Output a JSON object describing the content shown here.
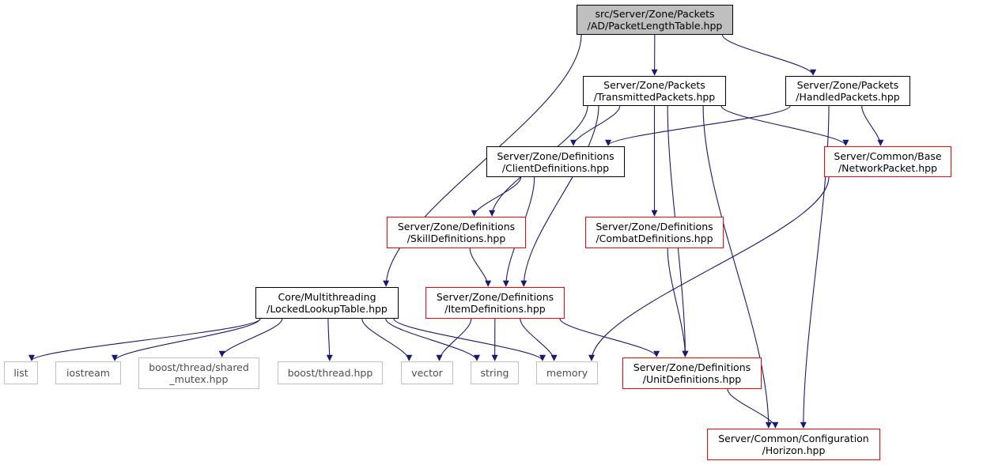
{
  "colors": {
    "edge": "#191970",
    "root_fill": "#bfbfbf",
    "red_border": "#ff0000",
    "grey_border": "#bfbfbf"
  },
  "nodes": {
    "root": {
      "line1": "src/Server/Zone/Packets",
      "line2": "/AD/PacketLengthTable.hpp"
    },
    "transmit": {
      "line1": "Server/Zone/Packets",
      "line2": "/TransmittedPackets.hpp"
    },
    "handled": {
      "line1": "Server/Zone/Packets",
      "line2": "/HandledPackets.hpp"
    },
    "clientdef": {
      "line1": "Server/Zone/Definitions",
      "line2": "/ClientDefinitions.hpp"
    },
    "netpacket": {
      "line1": "Server/Common/Base",
      "line2": "/NetworkPacket.hpp"
    },
    "skilldef": {
      "line1": "Server/Zone/Definitions",
      "line2": "/SkillDefinitions.hpp"
    },
    "combatdef": {
      "line1": "Server/Zone/Definitions",
      "line2": "/CombatDefinitions.hpp"
    },
    "locked": {
      "line1": "Core/Multithreading",
      "line2": "/LockedLookupTable.hpp"
    },
    "itemdef": {
      "line1": "Server/Zone/Definitions",
      "line2": "/ItemDefinitions.hpp"
    },
    "list": {
      "line1": "list"
    },
    "iostream": {
      "line1": "iostream"
    },
    "shmutex": {
      "line1": "boost/thread/shared",
      "line2": "_mutex.hpp"
    },
    "bthread": {
      "line1": "boost/thread.hpp"
    },
    "vector": {
      "line1": "vector"
    },
    "string": {
      "line1": "string"
    },
    "memory": {
      "line1": "memory"
    },
    "unitdef": {
      "line1": "Server/Zone/Definitions",
      "line2": "/UnitDefinitions.hpp"
    },
    "horizon": {
      "line1": "Server/Common/Configuration",
      "line2": "/Horizon.hpp"
    }
  },
  "edges": [
    [
      "root",
      "transmit"
    ],
    [
      "root",
      "handled"
    ],
    [
      "root",
      "locked"
    ],
    [
      "transmit",
      "clientdef"
    ],
    [
      "transmit",
      "netpacket"
    ],
    [
      "transmit",
      "skilldef"
    ],
    [
      "transmit",
      "combatdef"
    ],
    [
      "transmit",
      "itemdef"
    ],
    [
      "transmit",
      "unitdef"
    ],
    [
      "transmit",
      "horizon"
    ],
    [
      "handled",
      "clientdef"
    ],
    [
      "handled",
      "netpacket"
    ],
    [
      "handled",
      "horizon"
    ],
    [
      "clientdef",
      "skilldef"
    ],
    [
      "clientdef",
      "itemdef"
    ],
    [
      "netpacket",
      "memory"
    ],
    [
      "skilldef",
      "itemdef"
    ],
    [
      "combatdef",
      "unitdef"
    ],
    [
      "locked",
      "list"
    ],
    [
      "locked",
      "iostream"
    ],
    [
      "locked",
      "shmutex"
    ],
    [
      "locked",
      "bthread"
    ],
    [
      "locked",
      "vector"
    ],
    [
      "locked",
      "string"
    ],
    [
      "locked",
      "memory"
    ],
    [
      "itemdef",
      "vector"
    ],
    [
      "itemdef",
      "string"
    ],
    [
      "itemdef",
      "memory"
    ],
    [
      "itemdef",
      "unitdef"
    ],
    [
      "unitdef",
      "horizon"
    ]
  ]
}
